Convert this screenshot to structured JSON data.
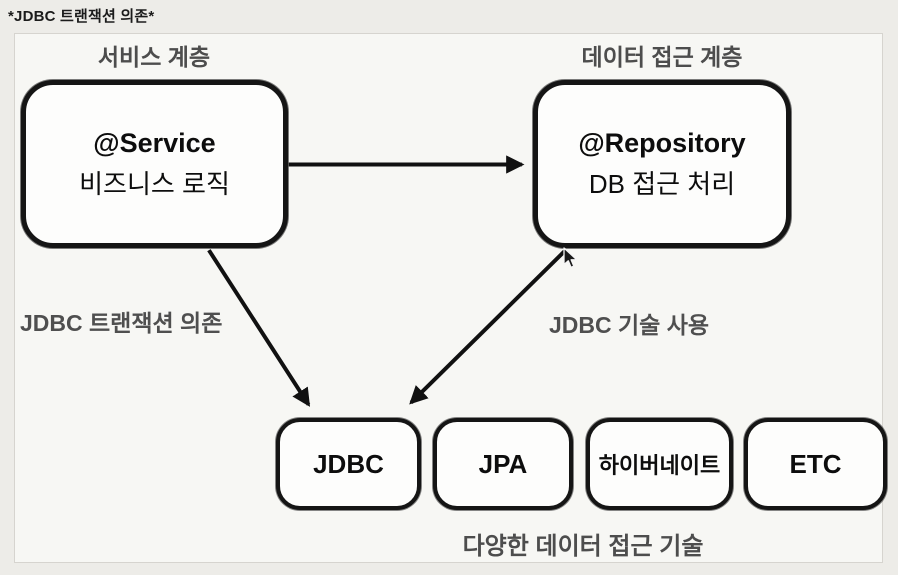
{
  "page": {
    "title": "*JDBC 트랜잭션 의존*",
    "colors": {
      "page_bg": "#edece8",
      "canvas_bg": "#f7f7f4",
      "canvas_border": "#d6d4cf",
      "node_bg": "#fdfdfc",
      "node_border": "#151515",
      "label_gray": "#4d4d4d",
      "text_black": "#0d0d0d"
    }
  },
  "diagram": {
    "service_layer_label": "서비스 계층",
    "data_access_layer_label": "데이터 접근 계층",
    "service_node": {
      "line1": "@Service",
      "line2": "비즈니스 로직"
    },
    "repository_node": {
      "line1": "@Repository",
      "line2": "DB 접근 처리"
    },
    "left_edge_label": "JDBC 트랜잭션 의존",
    "right_edge_label": "JDBC 기술 사용",
    "technologies": [
      "JDBC",
      "JPA",
      "하이버네이트",
      "ETC"
    ],
    "technologies_caption": "다양한 데이터 접근 기술"
  }
}
